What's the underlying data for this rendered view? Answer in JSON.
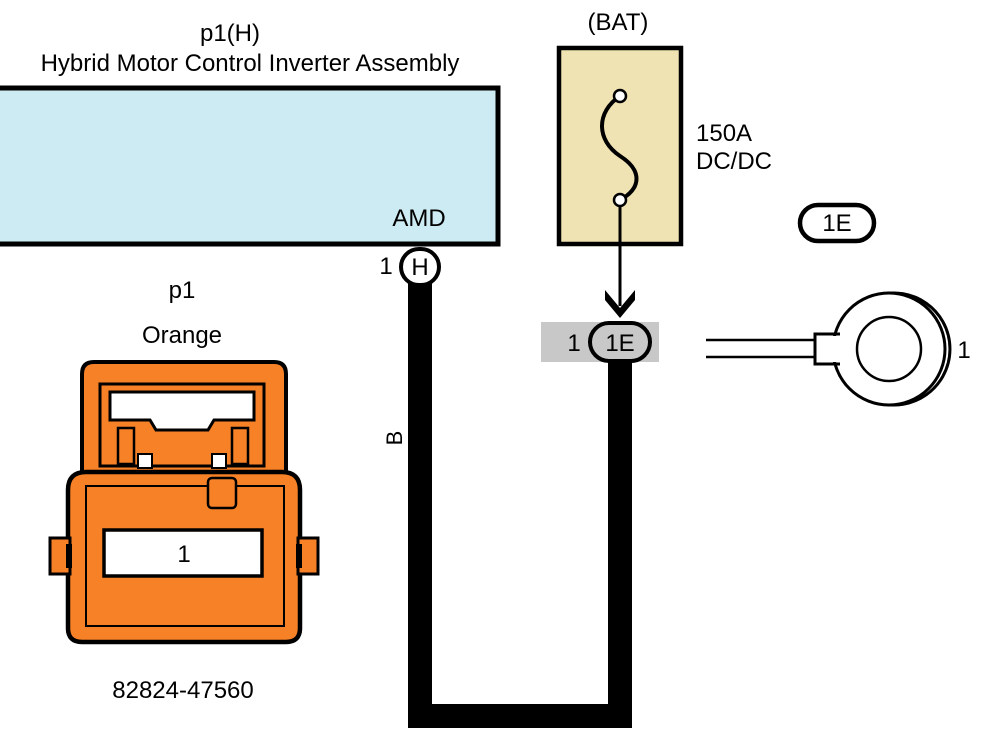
{
  "component": {
    "code": "p1(H)",
    "name": "Hybrid Motor Control Inverter Assembly",
    "terminal_name": "AMD",
    "pin": "1",
    "connector_id": "H",
    "fill_color": "#cdebf2"
  },
  "fuse_block": {
    "label": "(BAT)",
    "rating": "150A",
    "fuse_name": "DC/DC",
    "fill_color": "#efe3b3"
  },
  "legend_tag": "1E",
  "splice": {
    "pin": "1",
    "connector_id": "1E",
    "highlight_color": "#c8c8c8"
  },
  "wire": {
    "color_code": "B",
    "color": "#000000"
  },
  "ring_terminal": {
    "pin": "1"
  },
  "connector_view": {
    "code": "p1",
    "color_name": "Orange",
    "pin_label": "1",
    "part_number": "82824-47560",
    "fill_color": "#f68126"
  }
}
